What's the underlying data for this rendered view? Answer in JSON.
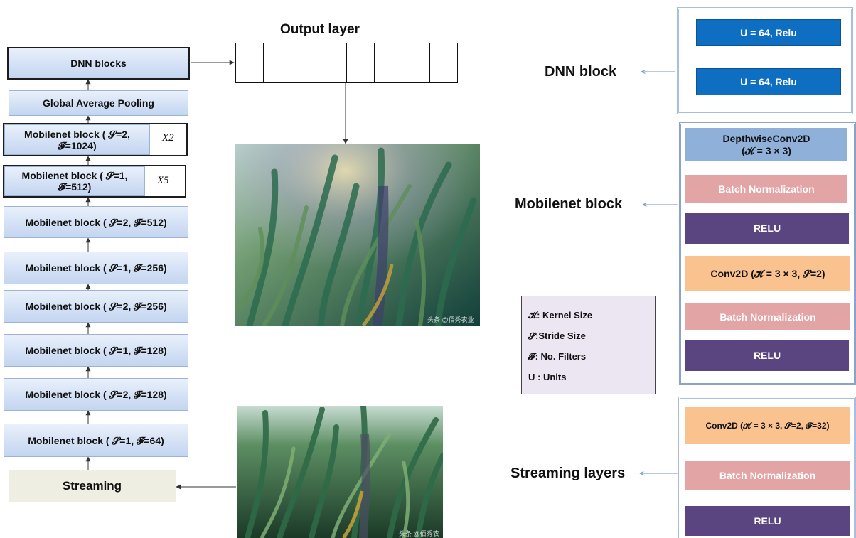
{
  "left_column": {
    "dnn_blocks": "DNN blocks",
    "gap": "Global Average Pooling",
    "mb_s2_f1024": "Mobilenet block ( 𝓢=2, 𝓕=1024)",
    "rep_x2": "X2",
    "mb_s1_f512": "Mobilenet block ( 𝓢=1, 𝓕=512)",
    "rep_x5": "X5",
    "mb_s2_f512": "Mobilenet block ( 𝓢=2, 𝓕=512)",
    "mb_s1_f256": "Mobilenet block ( 𝓢=1, 𝓕=256)",
    "mb_s2_f256": "Mobilenet block ( 𝓢=2, 𝓕=256)",
    "mb_s1_f128": "Mobilenet block ( 𝓢=1, 𝓕=128)",
    "mb_s2_f128": "Mobilenet block ( 𝓢=2, 𝓕=128)",
    "mb_s1_f64": "Mobilenet block ( 𝓢=1, 𝓕=64)",
    "streaming": "Streaming"
  },
  "output_layer": {
    "title": "Output layer"
  },
  "photos": {
    "watermark_top": "头条 @佰秀农业",
    "watermark_bottom": "头条 @佰秀农业"
  },
  "legend": {
    "kernel": "𝓚: Kernel Size",
    "stride": "𝓢:Stride Size",
    "filters": "𝓕: No. Filters",
    "units": "U : Units"
  },
  "right_column": {
    "dnn_title": "DNN block",
    "dnn_u1": "U = 64, Relu",
    "dnn_u2": "U = 64, Relu",
    "mobilenet_title": "Mobilenet block",
    "dwconv_line1": "DepthwiseConv2D",
    "dwconv_line2": "(𝓚 = 3 × 3)",
    "bn1": "Batch Normalization",
    "relu1": "RELU",
    "conv2d": "Conv2D (𝓚 = 3 × 3, 𝓢=2)",
    "bn2": "Batch Normalization",
    "relu2": "RELU",
    "streaming_title": "Streaming layers",
    "stream_conv": "Conv2D (𝓚 = 3 × 3, 𝓢=2, 𝓕=32)",
    "stream_bn": "Batch Normalization",
    "stream_relu": "RELU"
  },
  "colors": {
    "dnn_unit": "#0e6fc2",
    "depthwise": "#8eb0d9",
    "batch_norm": "#e2a4a4",
    "relu": "#5b4581",
    "conv2d": "#fac28f",
    "legend_bg": "#ece6f2",
    "streaming_bg": "#eeeee2"
  }
}
